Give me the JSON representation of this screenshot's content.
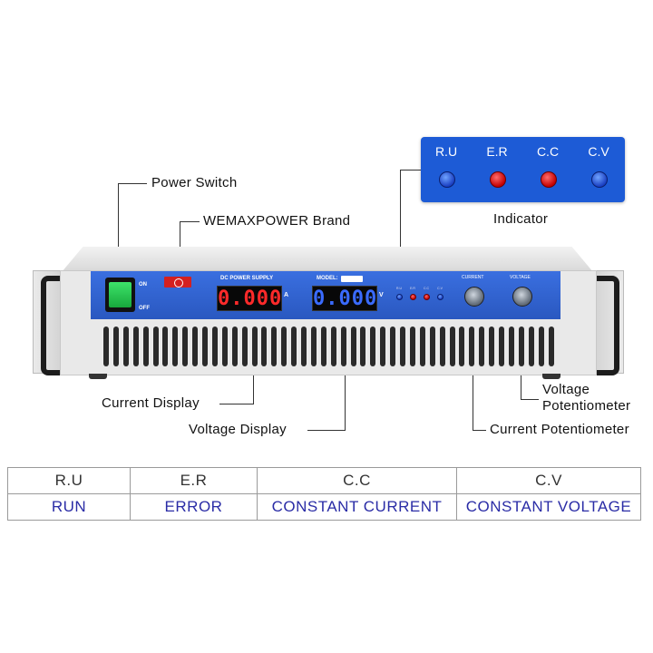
{
  "callouts": {
    "power_switch": "Power Switch",
    "brand": "WEMAXPOWER Brand",
    "indicator": "Indicator",
    "current_display": "Current Display",
    "voltage_display": "Voltage Display",
    "voltage_pot_line1": "Voltage",
    "voltage_pot_line2": "Potentiometer",
    "current_pot": "Current Potentiometer"
  },
  "indicator_box": {
    "labels": [
      "R.U",
      "E.R",
      "C.C",
      "C.V"
    ],
    "led_colors": [
      "#1a3fc2",
      "#c40000",
      "#c40000",
      "#1a3fc2"
    ]
  },
  "panel": {
    "switch_on": "ON",
    "switch_off": "OFF",
    "product_label": "DC POWER SUPPLY",
    "model_label": "MODEL:",
    "current_value": "0.000",
    "current_unit": "A",
    "current_color": "#ff2a2a",
    "voltage_value": "0.000",
    "voltage_unit": "V",
    "voltage_color": "#3a6bff",
    "led_labels": [
      "R.U",
      "E.R",
      "C.C",
      "C.V"
    ],
    "knob_current_label": "CURRENT",
    "knob_voltage_label": "VOLTAGE"
  },
  "legend_table": {
    "headers": [
      "R.U",
      "E.R",
      "C.C",
      "C.V"
    ],
    "values": [
      "RUN",
      "ERROR",
      "CONSTANT CURRENT",
      "CONSTANT VOLTAGE"
    ]
  },
  "colors": {
    "panel_blue": "#2f64d2",
    "indicator_blue": "#1d5bd6",
    "table_text": "#2a2ca6"
  }
}
